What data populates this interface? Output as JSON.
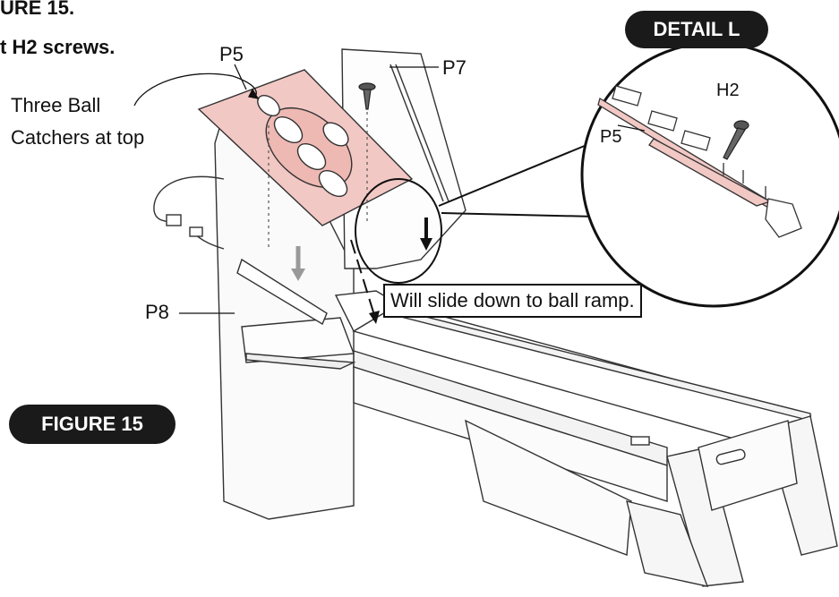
{
  "header": {
    "line1": "URE 15.",
    "line2": "t H2 screws."
  },
  "labels": {
    "p5_top": "P5",
    "p7": "P7",
    "p8": "P8",
    "three_ball_line1": "Three Ball",
    "three_ball_line2": "Catchers at top",
    "detail_h2": "H2",
    "detail_p5": "P5"
  },
  "badges": {
    "detail": "DETAIL L",
    "figure": "FIGURE 15"
  },
  "callout": {
    "slide": "Will slide down to ball ramp."
  },
  "colors": {
    "highlight_pink": "#f2c8c4",
    "line": "#222222",
    "badge_bg": "#1a1a1a"
  }
}
